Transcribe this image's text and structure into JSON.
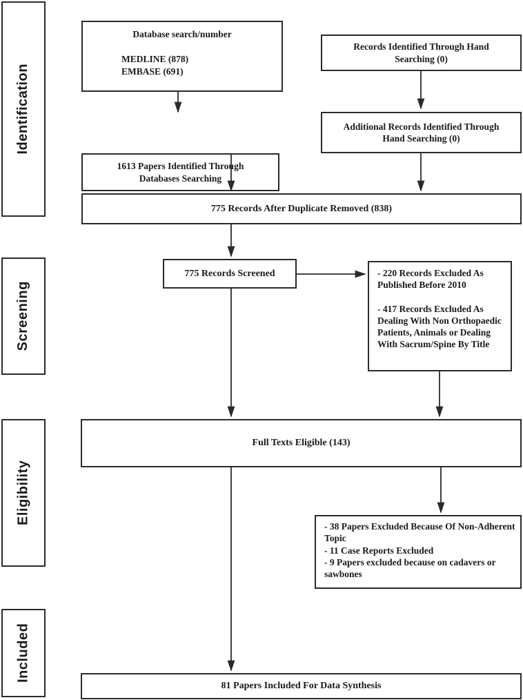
{
  "sidebar": {
    "identification": "Identification",
    "screening": "Screening",
    "eligibility": "Eligibility",
    "included": "Included"
  },
  "boxes": {
    "database_search": {
      "title": "Database search/number",
      "lines": [
        "MEDLINE (878)",
        "EMBASE (691)"
      ]
    },
    "hand_search": "Records Identified Through Hand Searching (0)",
    "additional_hand_search": "Additional Records Identified Through Hand Searching (0)",
    "papers_identified": "1613 Papers Identified Through Databases Searching",
    "duplicates_removed": "775 Records After Duplicate Removed (838)",
    "records_screened": "775 Records Screened",
    "screening_exclusions": {
      "para1": "- 220 Records Excluded As Published Before 2010",
      "para2": "- 417 Records Excluded As Dealing With Non Orthopaedic Patients, Animals or Dealing With Sacrum/Spine By Title"
    },
    "full_texts_eligible": "Full Texts Eligible (143)",
    "eligibility_exclusions": {
      "line1": "- 38 Papers Excluded Because Of Non-Adherent Topic",
      "line2": "- 11 Case Reports Excluded",
      "line3": "- 9 Papers excluded because on cadavers or sawbones"
    },
    "included_papers": "81 Papers Included For Data Synthesis"
  },
  "colors": {
    "border": "#2a2a2a",
    "text": "#1a1a1a",
    "background": "#ffffff"
  }
}
